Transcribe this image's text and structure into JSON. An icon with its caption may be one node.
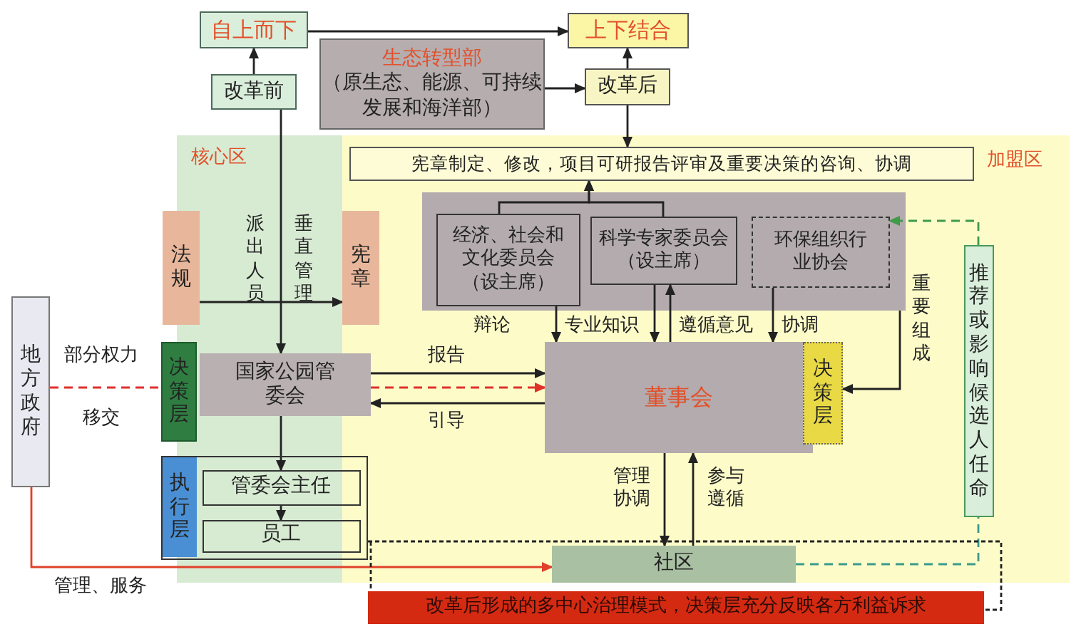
{
  "diagram": {
    "nodes": [
      {
        "text": [
          "自上而下"
        ]
      },
      {
        "text": [
          "上下结合"
        ]
      },
      {
        "text": [
          "生态转型部",
          "（原生态、能源、可持续发展和海洋部）"
        ]
      },
      {
        "text": [
          "改革前"
        ]
      },
      {
        "text": [
          "改革后"
        ]
      },
      {
        "text": [
          "宪章制定、修改，项目可研报告评审及重要决策的咨询、协调"
        ]
      },
      {
        "text": [],
        "shape": "box"
      },
      {
        "text": [
          "经济、社会和文化委员会（设主席）"
        ],
        "in": 6
      },
      {
        "text": [
          "科学专家委员会（设主席）"
        ],
        "in": 6
      },
      {
        "text": [
          "环保组织行业协会"
        ],
        "in": 6
      },
      {
        "text": [
          "法规"
        ]
      },
      {
        "text": [
          "宪章"
        ]
      },
      {
        "text": [
          "地方政府"
        ]
      },
      {
        "text": [
          "决策层"
        ]
      },
      {
        "text": [
          "国家公园管委会"
        ]
      },
      {
        "text": [
          "董事会"
        ]
      },
      {
        "text": [
          "决策层"
        ]
      },
      {
        "text": [
          "执行层"
        ]
      },
      {
        "text": [
          "管委会主任"
        ],
        "in": 17
      },
      {
        "text": [
          "员工"
        ],
        "in": 17
      },
      {
        "text": [
          "社区"
        ]
      },
      {
        "text": [
          "推荐或影响候选人任命"
        ]
      },
      {
        "text": [
          "改革后形成的多中心治理模式，决策层充分反映各方利益诉求"
        ]
      }
    ],
    "edges": [
      {
        "from": 3,
        "to": 0,
        "arrow": "to"
      },
      {
        "from": 0,
        "to": 1,
        "arrow": "to"
      },
      {
        "from": 2,
        "to": 4,
        "arrow": "to"
      },
      {
        "from": 4,
        "to": 1,
        "arrow": "to"
      },
      {
        "from": 4,
        "to": 5,
        "arrow": "to"
      },
      {
        "from": 3,
        "to": 14,
        "arrow": "to",
        "label": "垂直管理"
      },
      {
        "from": 10,
        "to": 11,
        "arrow": "to"
      },
      {
        "from": 7,
        "to": 5,
        "arrow": "to"
      },
      {
        "from": 8,
        "to": 5,
        "arrow": "to"
      },
      {
        "from": 7,
        "to": 15,
        "arrow": "to",
        "label": "辩论"
      },
      {
        "from": 8,
        "to": 15,
        "arrow": "to",
        "label": "专业知识"
      },
      {
        "from": 15,
        "to": 8,
        "arrow": "to",
        "label": "遵循意见"
      },
      {
        "from": 9,
        "to": 15,
        "arrow": "to",
        "label": "协调"
      },
      {
        "from": 21,
        "to": 9,
        "arrow": "to",
        "style": "dashed",
        "color": "#3f9a4a"
      },
      {
        "from": 20,
        "to": 21,
        "arrow": "none",
        "style": "dashed",
        "color": "#3a9a8a"
      },
      {
        "from": 6,
        "to": 16,
        "arrow": "to",
        "label": "重要组成"
      },
      {
        "from": 14,
        "to": 15,
        "arrow": "to",
        "label": "报告"
      },
      {
        "from": 12,
        "to": 13,
        "arrow": "none",
        "label": "部分权力",
        "style": "dashed",
        "color": "#e0302a"
      },
      {
        "from": 15,
        "to": 14,
        "arrow": "to",
        "label": "引导"
      },
      {
        "from": 14,
        "to": 18,
        "arrow": "to"
      },
      {
        "from": 18,
        "to": 19,
        "arrow": "to"
      },
      {
        "from": 12,
        "to": 20,
        "arrow": "to",
        "label": "管理、服务",
        "color": "#e0402a"
      },
      {
        "from": 15,
        "to": 20,
        "arrow": "to",
        "label": "管理协调"
      },
      {
        "from": 20,
        "to": 15,
        "arrow": "to",
        "label": "参与遵循"
      },
      {
        "from": 17,
        "to": 22,
        "arrow": "none",
        "style": "dashed"
      },
      {
        "from": 14,
        "to": 15,
        "arrow": "to",
        "style": "dashed",
        "color": "#e0302a"
      }
    ],
    "labels": [
      "核心区",
      "加盟区",
      "派出人员",
      "移交"
    ]
  }
}
